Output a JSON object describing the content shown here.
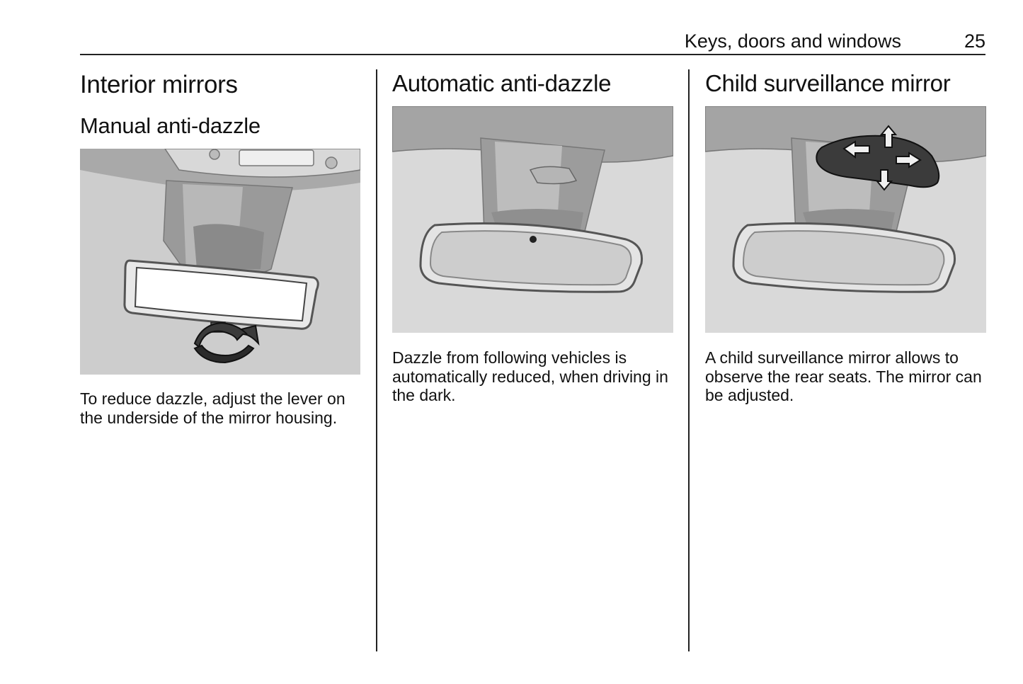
{
  "header": {
    "chapter_title": "Keys, doors and windows",
    "page_number": "25"
  },
  "columns": [
    {
      "heading": "Interior mirrors",
      "subheading": "Manual anti-dazzle",
      "illustration": "rear-view-mirror-with-lever-and-curved-arrow",
      "text": "To reduce dazzle, adjust the lever on the underside of the mirror housing."
    },
    {
      "heading": "Automatic anti-dazzle",
      "illustration": "rear-view-mirror-with-sensor",
      "text": "Dazzle from following vehicles is automatically reduced, when driving in the dark."
    },
    {
      "heading": "Child surveillance mirror",
      "illustration": "rear-view-mirror-with-four-way-adjust-pad",
      "text": "A child surveillance mirror allows to observe the rear seats. The mirror can be adjusted."
    }
  ]
}
